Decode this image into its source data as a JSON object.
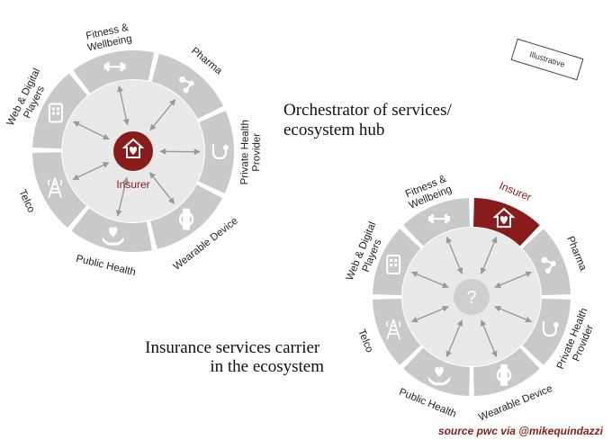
{
  "diagram1": {
    "title_lines": [
      "Orchestrator of services/",
      "ecosystem hub"
    ],
    "hub_label": "Insurer",
    "segments": [
      {
        "lines": [
          "Fitness &",
          "Wellbeing"
        ],
        "icon": "dumbbell-icon"
      },
      {
        "lines": [
          "Pharma"
        ],
        "icon": "molecule-icon"
      },
      {
        "lines": [
          "Private Health",
          "Provider"
        ],
        "icon": "stethoscope-icon"
      },
      {
        "lines": [
          "Wearable Device"
        ],
        "icon": "smartwatch-icon"
      },
      {
        "lines": [
          "Public Health"
        ],
        "icon": "heart-hands-icon"
      },
      {
        "lines": [
          "Telco"
        ],
        "icon": "antenna-tower-icon"
      },
      {
        "lines": [
          "Web & Digital",
          "Players"
        ],
        "icon": "tablet-icon"
      }
    ]
  },
  "diagram2": {
    "title_lines": [
      "Insurance services carrier",
      "in the ecosystem"
    ],
    "hub_label": "?",
    "segments": [
      {
        "lines": [
          "Insurer"
        ],
        "icon": "home-heart-icon",
        "highlight": true
      },
      {
        "lines": [
          "Pharma"
        ],
        "icon": "molecule-icon"
      },
      {
        "lines": [
          "Private Health",
          "Provider"
        ],
        "icon": "stethoscope-icon"
      },
      {
        "lines": [
          "Wearable Device"
        ],
        "icon": "smartwatch-icon"
      },
      {
        "lines": [
          "Public Health"
        ],
        "icon": "heart-hands-icon"
      },
      {
        "lines": [
          "Telco"
        ],
        "icon": "antenna-tower-icon"
      },
      {
        "lines": [
          "Web & Digital",
          "Players"
        ],
        "icon": "tablet-icon"
      },
      {
        "lines": [
          "Fitness &",
          "Wellbeing"
        ],
        "icon": "dumbbell-icon"
      }
    ]
  },
  "badge": "Illustrative",
  "source": "source pwc via @mikequindazzi",
  "colors": {
    "segment": "#c9c9c9",
    "inner": "#e9e9e9",
    "arrow": "#9a9a9a",
    "accent": "#8a1b1b",
    "hub_gray": "#cfcfcf"
  }
}
